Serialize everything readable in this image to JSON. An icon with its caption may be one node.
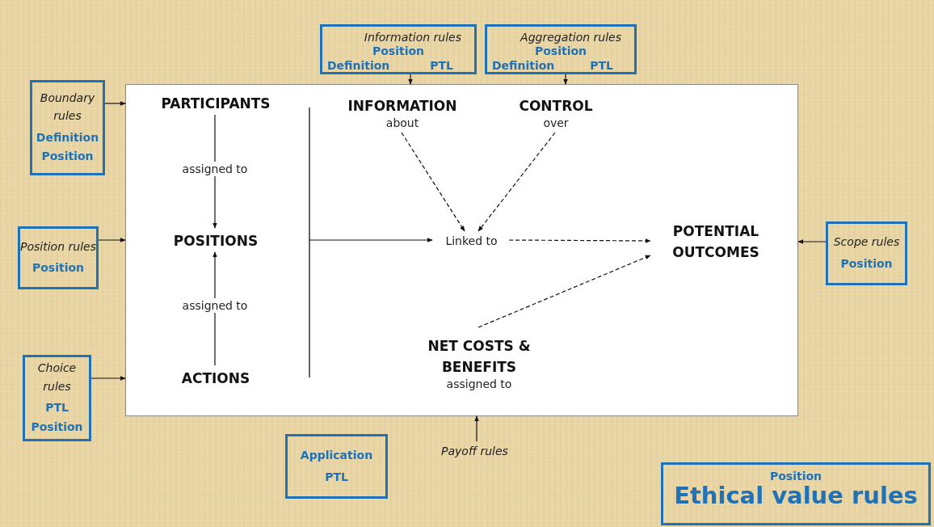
{
  "diagram": {
    "nodes": [
      {
        "text": [],
        "shape": "box"
      },
      {
        "text": [
          "PARTICIPANTS"
        ],
        "in": 0
      },
      {
        "text": [
          "POSITIONS"
        ],
        "in": 0
      },
      {
        "text": [
          "ACTIONS"
        ],
        "in": 0
      },
      {
        "text": [
          "INFORMATION",
          "about"
        ],
        "in": 0
      },
      {
        "text": [
          "CONTROL",
          "over"
        ],
        "in": 0
      },
      {
        "text": [
          "Linked to"
        ],
        "in": 0
      },
      {
        "text": [
          "POTENTIAL OUTCOMES"
        ],
        "in": 0
      },
      {
        "text": [
          "NET COSTS & BENEFITS",
          "assigned to"
        ],
        "in": 0
      },
      {
        "text": [
          "Information rules",
          "Position",
          "Definition",
          "PTL"
        ]
      },
      {
        "text": [
          "Aggregation rules",
          "Position",
          "Definition",
          "PTL"
        ]
      },
      {
        "text": [
          "Boundary rules",
          "Definition",
          "Position"
        ]
      },
      {
        "text": [
          "Position rules",
          "Position"
        ]
      },
      {
        "text": [
          "Choice rules",
          "PTL",
          "Position"
        ]
      },
      {
        "text": [
          "Scope rules",
          "Position"
        ]
      },
      {
        "text": [
          "Application",
          "PTL"
        ]
      },
      {
        "text": [
          "Payoff rules"
        ]
      },
      {
        "text": [
          "Position",
          "Ethical value rules"
        ]
      }
    ],
    "edges": [
      {
        "from": 1,
        "to": 2,
        "arrow": "to",
        "label": "assigned to"
      },
      {
        "from": 3,
        "to": 2,
        "arrow": "to",
        "label": "assigned to"
      },
      {
        "from": null,
        "to": 6,
        "arrow": "to"
      },
      {
        "from": 4,
        "to": 6,
        "arrow": "to",
        "style": "dashed"
      },
      {
        "from": 5,
        "to": 6,
        "arrow": "to",
        "style": "dashed"
      },
      {
        "from": 6,
        "to": 7,
        "arrow": "to",
        "style": "dashed"
      },
      {
        "from": 8,
        "to": 7,
        "arrow": "to",
        "style": "dashed"
      },
      {
        "from": 11,
        "to": 0,
        "arrow": "to"
      },
      {
        "from": 12,
        "to": 0,
        "arrow": "to"
      },
      {
        "from": 13,
        "to": 0,
        "arrow": "to"
      },
      {
        "from": 14,
        "to": 0,
        "arrow": "to"
      },
      {
        "from": 16,
        "to": 0,
        "arrow": "to"
      },
      {
        "from": 9,
        "to": 0,
        "arrow": "to"
      },
      {
        "from": 10,
        "to": 0,
        "arrow": "to"
      }
    ]
  }
}
